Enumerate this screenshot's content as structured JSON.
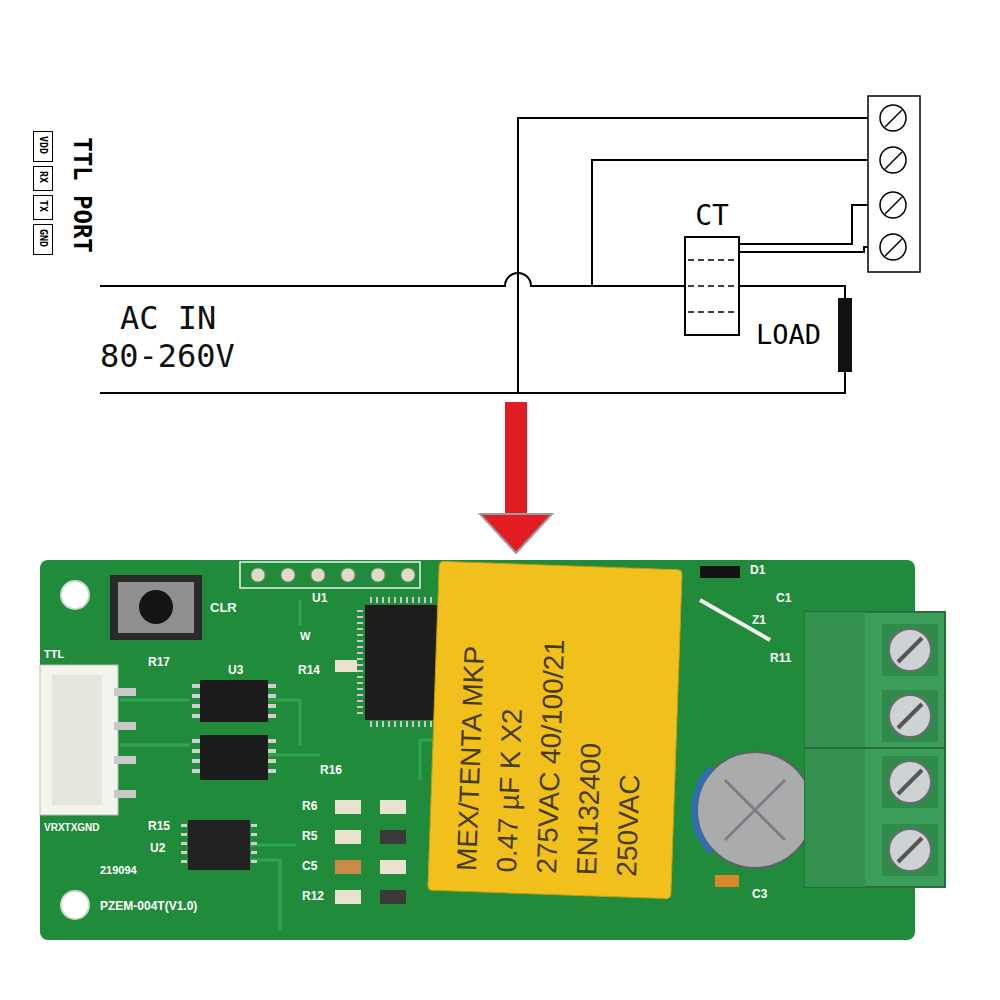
{
  "diagram": {
    "nodes": [
      {
        "text": [
          "TTL PORT"
        ]
      },
      {
        "text": [
          "VDD"
        ],
        "in": 0
      },
      {
        "text": [
          "RX"
        ],
        "in": 0
      },
      {
        "text": [
          "TX"
        ],
        "in": 0
      },
      {
        "text": [
          "GND"
        ],
        "in": 0
      },
      {
        "text": [
          "CT"
        ]
      },
      {
        "text": [
          "LOAD"
        ]
      },
      {
        "text": [
          "MEX/TENTA MKP",
          "0.47 µF K X2",
          "275VAC 40/100/21",
          "EN132400",
          "250VAC"
        ]
      }
    ],
    "edges": [
      {
        "from": 5,
        "to": 6,
        "arrow": "none"
      }
    ],
    "labels": [
      "AC IN",
      "80-260V",
      "CLR",
      "TTL",
      "U1",
      "W",
      "U3",
      "R17",
      "R14",
      "R16",
      "R15",
      "VRXTXGND",
      "U2",
      "219094",
      "PZEM-004T(V1.0)",
      "R6",
      "R5",
      "C5",
      "R12",
      "D1",
      "C1",
      "Z1",
      "R11",
      "C3"
    ]
  }
}
